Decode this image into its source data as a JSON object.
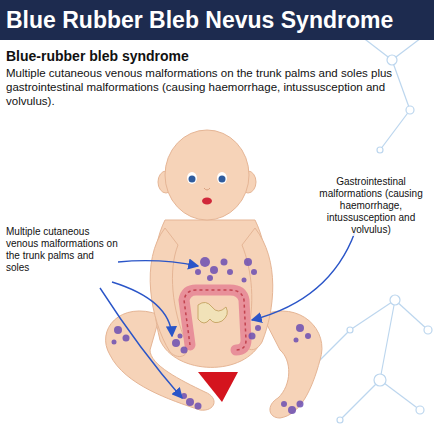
{
  "diagram": {
    "title": "Blue Rubber Bleb Nevus Syndrome",
    "labels": [
      "Blue-rubber bleb syndrome",
      "Multiple cutaneous venous malformations on the trunk palms and soles plus gastrointestinal malformations (causing haemorrhage, intussusception and volvulus).",
      "Gastrointestinal malformations (causing haemorrhage, intussusception and volvulus)",
      "Multiple cutaneous venous malformations on the trunk palms and soles"
    ]
  }
}
